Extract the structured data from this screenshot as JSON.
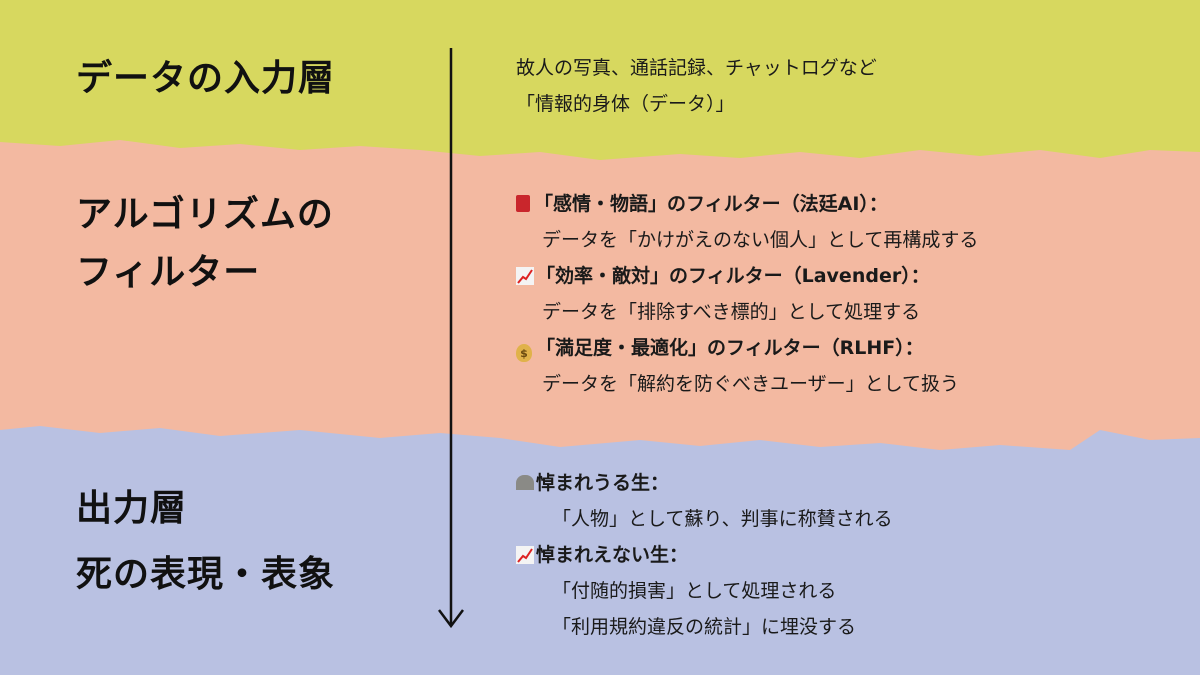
{
  "colors": {
    "input_layer": "#d7d85f",
    "filter_layer": "#f3b9a1",
    "output_layer": "#b9c1e2"
  },
  "input_layer": {
    "title": "データの入力層",
    "lines": [
      "故人の写真、通話記録、チャットログなど",
      "「情報的身体（データ）」"
    ]
  },
  "filter_layer": {
    "title_lines": [
      "アルゴリズムの",
      "フィルター"
    ],
    "filters": [
      {
        "icon": "book-icon",
        "heading": "「感情・物語」のフィルター（法廷AI）：",
        "detail": "データを「かけがえのない個人」として再構成する"
      },
      {
        "icon": "chart-increasing-icon",
        "heading": "「効率・敵対」のフィルター（Lavender）：",
        "detail": "データを「排除すべき標的」として処理する"
      },
      {
        "icon": "money-bag-icon",
        "heading": "「満足度・最適化」のフィルター（RLHF）：",
        "detail": "データを「解約を防ぐべきユーザー」として扱う"
      }
    ]
  },
  "output_layer": {
    "title_lines": [
      "出力層",
      "死の表現・表象"
    ],
    "grievable": {
      "icon": "headstone-icon",
      "heading": "悼まれうる生：",
      "details": [
        "「人物」として蘇り、判事に称賛される"
      ]
    },
    "ungrievable": {
      "icon": "chart-increasing-icon",
      "heading": "悼まれえない生：",
      "details": [
        "「付随的損害」として処理される",
        "「利用規約違反の統計」に埋没する"
      ]
    }
  }
}
